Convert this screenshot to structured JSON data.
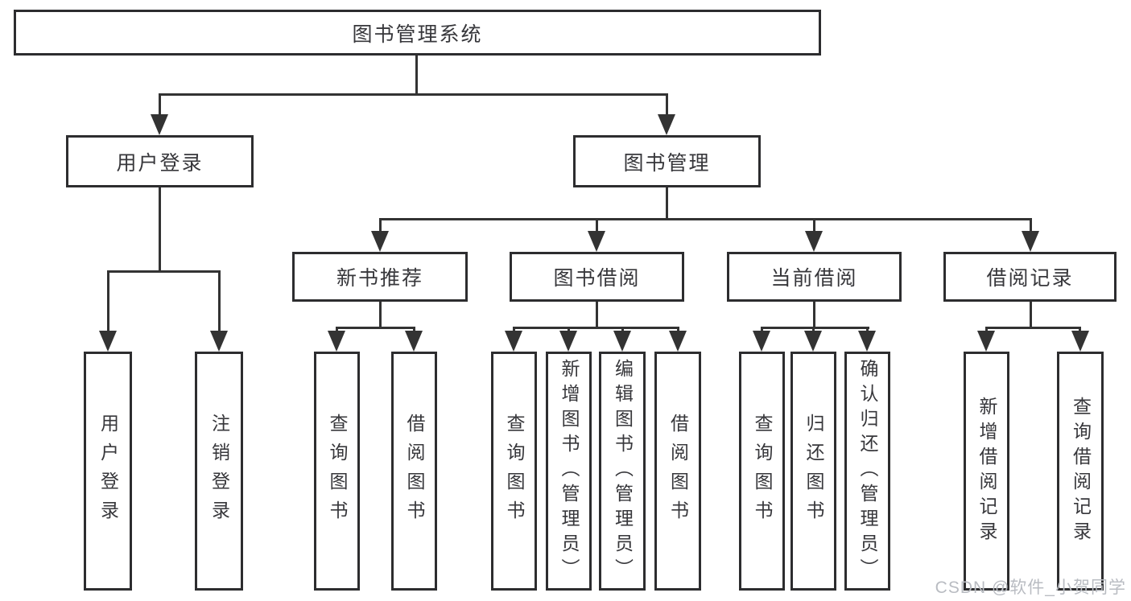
{
  "tree": {
    "label": "图书管理系统",
    "children": [
      {
        "label": "用户登录",
        "children": [
          {
            "label": "用户登录"
          },
          {
            "label": "注销登录"
          }
        ]
      },
      {
        "label": "图书管理",
        "children": [
          {
            "label": "新书推荐",
            "children": [
              {
                "label": "查询图书"
              },
              {
                "label": "借阅图书"
              }
            ]
          },
          {
            "label": "图书借阅",
            "children": [
              {
                "label": "查询图书"
              },
              {
                "label": "新增图书（管理员）"
              },
              {
                "label": "编辑图书（管理员）"
              },
              {
                "label": "借阅图书"
              }
            ]
          },
          {
            "label": "当前借阅",
            "children": [
              {
                "label": "查询图书"
              },
              {
                "label": "归还图书"
              },
              {
                "label": "确认归还（管理员）"
              }
            ]
          },
          {
            "label": "借阅记录",
            "children": [
              {
                "label": "新增借阅记录"
              },
              {
                "label": "查询借阅记录"
              }
            ]
          }
        ]
      }
    ]
  },
  "watermark": {
    "text": "CSDN @软件_小贺同学"
  },
  "colors": {
    "line": "#333333",
    "border": "#2d2d2f",
    "text": "#37373b",
    "background": "#ffffff",
    "watermark": "#b9bcc2"
  }
}
